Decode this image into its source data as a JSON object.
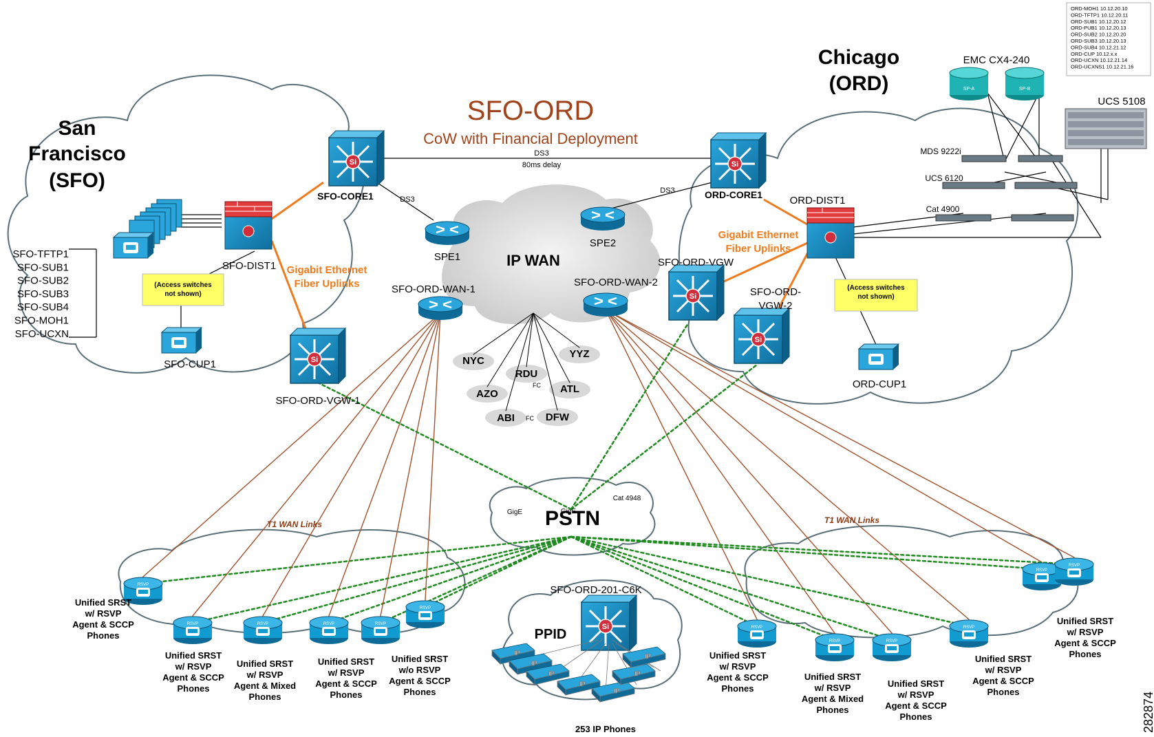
{
  "title": "SFO-ORD",
  "subtitle": "CoW with Financial Deployment",
  "figure_number": "282874",
  "sites": {
    "sfo": {
      "name_line1": "San",
      "name_line2": "Francisco",
      "name_line3": "(SFO)"
    },
    "ord": {
      "name_line1": "Chicago",
      "name_line2": "(ORD)"
    }
  },
  "sfo_servers": [
    "SFO-TFTP1",
    "SFO-SUB1",
    "SFO-SUB2",
    "SFO-SUB3",
    "SFO-SUB4",
    "SFO-MOH1",
    "SFO-UCXN"
  ],
  "ord_servers": [
    "ORD-MOH1 10.12.20.10",
    "ORD-TFTP1 10.12.20.11",
    "ORD-SUB1 10.12.20.12",
    "ORD-PUB1 10.12.20.13",
    "ORD-SUB2 10.12.20.20",
    "ORD-SUB3 10.12.20.13",
    "ORD-SUB4 10.12.21.12",
    "ORD-CUP 10.12.x.x",
    "ORD-UCXN 10.12.21.14",
    "ORD-UCXNS1 10.12.21.16"
  ],
  "nodes": {
    "sfo_core": "SFO-CORE1",
    "sfo_dist": "SFO-DIST1",
    "sfo_cup": "SFO-CUP1",
    "sfo_vgw": "SFO-ORD-VGW-1",
    "ord_core": "ORD-CORE1",
    "ord_dist": "ORD-DIST1",
    "ord_cup": "ORD-CUP1",
    "ord_vgw": "SFO-ORD-VGW",
    "ord_vgw2_line1": "SFO-ORD-",
    "ord_vgw2_line2": "VGW-2",
    "spe1": "SPE1",
    "spe2": "SPE2",
    "wan1": "SFO-ORD-WAN-1",
    "wan2": "SFO-ORD-WAN-2",
    "ip_wan": "IP WAN",
    "pstn": "PSTN",
    "ppid": "PPID",
    "ppid_switch": "SFO-ORD-201-C6K",
    "ppid_phones": "253 IP Phones",
    "emc": "EMC CX4-240",
    "spa": "SP-A",
    "spb": "SP-B",
    "ucs5108": "UCS 5108",
    "mds": "MDS 9222i",
    "ucs6120": "UCS 6120",
    "cat4900": "Cat 4900"
  },
  "links": {
    "ds3": "DS3",
    "ds3_left": "DS3",
    "ds3_right": "DS3",
    "delay": "80ms delay",
    "gig_line1": "Gigabit Ethernet",
    "gig_line2": "Fiber Uplinks",
    "gig2_line1": "Gigabit Ethernet",
    "gig2_line2": "Fiber Uplinks",
    "t1_left": "T1 WAN Links",
    "t1_right": "T1 WAN Links",
    "gige1": "GigE",
    "gige2": "GigE",
    "cat4948": "Cat 4948",
    "fc1": "FC",
    "fc2": "FC"
  },
  "access_note": {
    "line1": "(Access switches",
    "line2": "not shown)"
  },
  "wan_sites": [
    "NYC",
    "YYZ",
    "RDU",
    "AZO",
    "ATL",
    "ABI",
    "DFW"
  ],
  "branches": {
    "b1": [
      "Unified SRST",
      "w/ RSVP",
      "Agent & SCCP",
      "Phones"
    ],
    "b2": [
      "Unified SRST",
      "w/ RSVP",
      "Agent & SCCP",
      "Phones"
    ],
    "b3": [
      "Unified SRST",
      "w/ RSVP",
      "Agent & Mixed",
      "Phones"
    ],
    "b4": [
      "Unified SRST",
      "w/ RSVP",
      "Agent & SCCP",
      "Phones"
    ],
    "b5": [
      "Unified SRST",
      "w/o RSVP",
      "Agent & SCCP",
      "Phones"
    ],
    "b6": [
      "Unified SRST",
      "w/ RSVP",
      "Agent & SCCP",
      "Phones"
    ],
    "b7": [
      "Unified SRST",
      "w/ RSVP",
      "Agent & Mixed",
      "Phones"
    ],
    "b8": [
      "Unified SRST",
      "w/ RSVP",
      "Agent & SCCP",
      "Phones"
    ],
    "b9": [
      "Unified SRST",
      "w/ RSVP",
      "Agent & SCCP",
      "Phones"
    ],
    "b10": [
      "Unified SRST",
      "w/ RSVP",
      "Agent & SCCP",
      "Phones"
    ]
  },
  "colors": {
    "switch": "#1b8fc6",
    "cloud_stroke": "#5a6e78",
    "brown_line": "#a0522d",
    "green_dash": "#1f8a1f",
    "orange_line": "#f07b1e",
    "note_yellow": "#ffff66"
  }
}
